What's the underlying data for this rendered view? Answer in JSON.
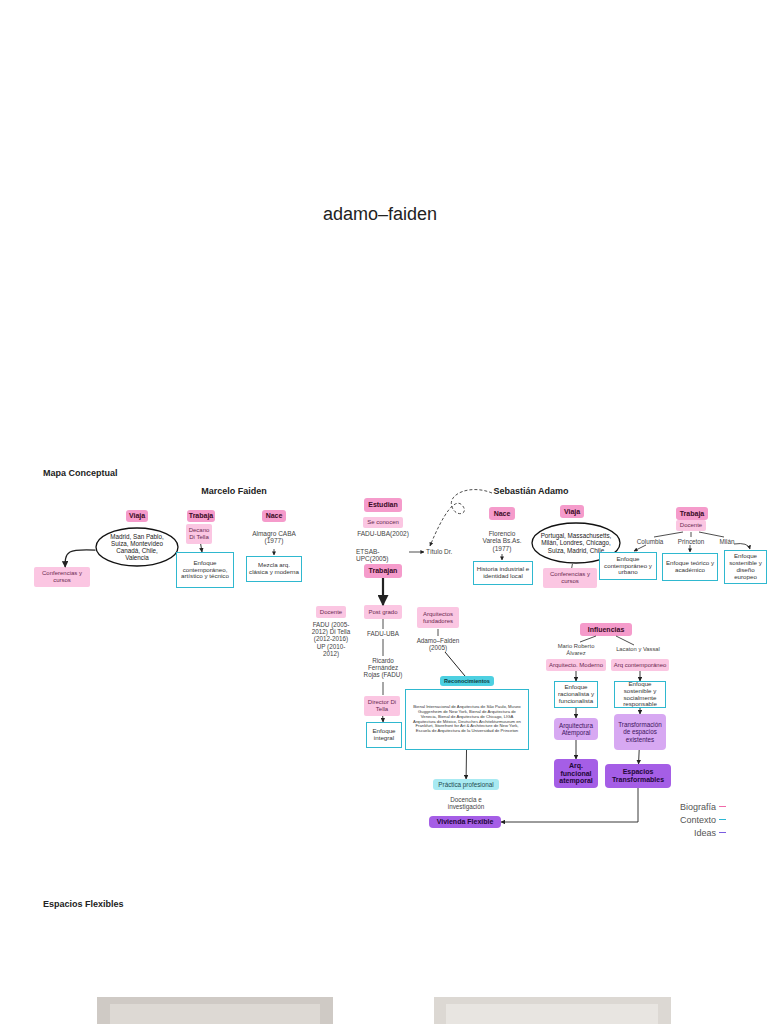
{
  "diagram": {
    "title": "adamo–faiden",
    "nodes": [
      {
        "text": [
          "Viaja"
        ]
      },
      {
        "text": [
          "Trabaja"
        ]
      },
      {
        "text": [
          "Nace"
        ]
      },
      {
        "text": [
          "Madrid, San Pablo, Suiza, Montevideo Canadá, Chile, Valencia"
        ]
      },
      {
        "text": [
          "Conferencias y cursos"
        ]
      },
      {
        "text": [
          "Decano Di Tella"
        ]
      },
      {
        "text": [
          "Enfoque contemporáneo, artístico y técnico"
        ]
      },
      {
        "text": [
          "Mezcla arq. clásica y moderna"
        ]
      },
      {
        "text": [
          "Estudian"
        ]
      },
      {
        "text": [
          "Se conocen"
        ]
      },
      {
        "text": [
          "Trabajan"
        ]
      },
      {
        "text": [
          "Nace"
        ]
      },
      {
        "text": [
          "Viaja"
        ]
      },
      {
        "text": [
          "Portugal, Massachusetts, Milán, Londres, Chicago, Suiza, Madrid, Chile"
        ]
      },
      {
        "text": [
          "Trabaja"
        ]
      },
      {
        "text": [
          "Docente"
        ]
      },
      {
        "text": [
          "Historia industrial e identidad local"
        ]
      },
      {
        "text": [
          "Conferencias y cursos"
        ]
      },
      {
        "text": [
          "Enfoque contemporáneo y urbano"
        ]
      },
      {
        "text": [
          "Enfoque teórico y académico"
        ]
      },
      {
        "text": [
          "Enfoque sostenible y diseño europeo"
        ]
      },
      {
        "text": [
          "Docente"
        ]
      },
      {
        "text": [
          "Post grado"
        ]
      },
      {
        "text": [
          "Arquitectos fundadores"
        ]
      },
      {
        "text": [
          "Influencias"
        ]
      },
      {
        "text": [
          "Arquitecto. Moderno"
        ]
      },
      {
        "text": [
          "Arq contemporáneo"
        ]
      },
      {
        "text": [
          "Reconocimientos"
        ]
      },
      {
        "text": [
          "Bienal Internacional de Arquitectura de São Paulo, Museo Guggenheim de New York, Bienal de Arquitectura de Venecia, Bienal de Arquitectura de Chicago, LIGA Arquitectura de México, Deutsches Architekturmuseum en Frankfurt, Storefront for Art & Architecture de New York, Escuela de Arquitectura de la Universidad de Princeton"
        ]
      },
      {
        "text": [
          "Enfoque racionalista y funcionalista"
        ]
      },
      {
        "text": [
          "Enfoque sostenible y socialmente responsable"
        ]
      },
      {
        "text": [
          "Director Di Tella"
        ]
      },
      {
        "text": [
          "Arquitectura Atemporal"
        ]
      },
      {
        "text": [
          "Transformación de espacios existentes"
        ]
      },
      {
        "text": [
          "Enfoque integral"
        ]
      },
      {
        "text": [
          "Arq. funcional atemporal"
        ]
      },
      {
        "text": [
          "Espacios Transformables"
        ]
      },
      {
        "text": [
          "Práctica profesional"
        ]
      },
      {
        "text": [
          "Vivienda Flexible"
        ]
      }
    ],
    "edges": [
      {
        "from": 3,
        "to": 4,
        "arrow": "to"
      },
      {
        "from": 5,
        "to": 6,
        "arrow": "to"
      },
      {
        "from": 10,
        "to": 22,
        "arrow": "to"
      },
      {
        "from": 31,
        "to": 34,
        "arrow": "to"
      },
      {
        "from": 28,
        "to": 37,
        "arrow": "to"
      },
      {
        "from": 25,
        "to": 29,
        "arrow": "to"
      },
      {
        "from": 29,
        "to": 32,
        "arrow": "to"
      },
      {
        "from": 32,
        "to": 35,
        "arrow": "to"
      },
      {
        "from": 26,
        "to": 30,
        "arrow": "to"
      },
      {
        "from": 30,
        "to": 33,
        "arrow": "to"
      },
      {
        "from": 33,
        "to": 36,
        "arrow": "to"
      },
      {
        "from": 36,
        "to": 38,
        "arrow": "to"
      },
      {
        "from": 13,
        "to": 17,
        "arrow": "none"
      }
    ],
    "labels": [
      "Mapa Conceptual",
      "Marcelo Faiden",
      "Sebastián Adamo",
      "Almagro CABA (1977)",
      "FADU-UBA(2002)",
      "ETSAB-UPC(2005)",
      "Título Dr.",
      "Florencio Varela Bs.As. (1977)",
      "Columbia",
      "Princeton",
      "Milán",
      "FADU (2005-2012) Di Tella (2012-2016) UP (2010-2012)",
      "FADU-UBA",
      "Ricardo Fernández Rojas (FADU)",
      "Adamo–Faiden (2005)",
      "Mario Roberto Álvarez",
      "Lacaton y Vassal",
      "Docencia e investigación",
      "Espacios Flexibles"
    ],
    "legend": [
      {
        "text": "Biografía",
        "color": "#f06aa9"
      },
      {
        "text": "Contexto",
        "color": "#2bb7d3"
      },
      {
        "text": "Ideas",
        "color": "#7a5ce0"
      }
    ]
  }
}
